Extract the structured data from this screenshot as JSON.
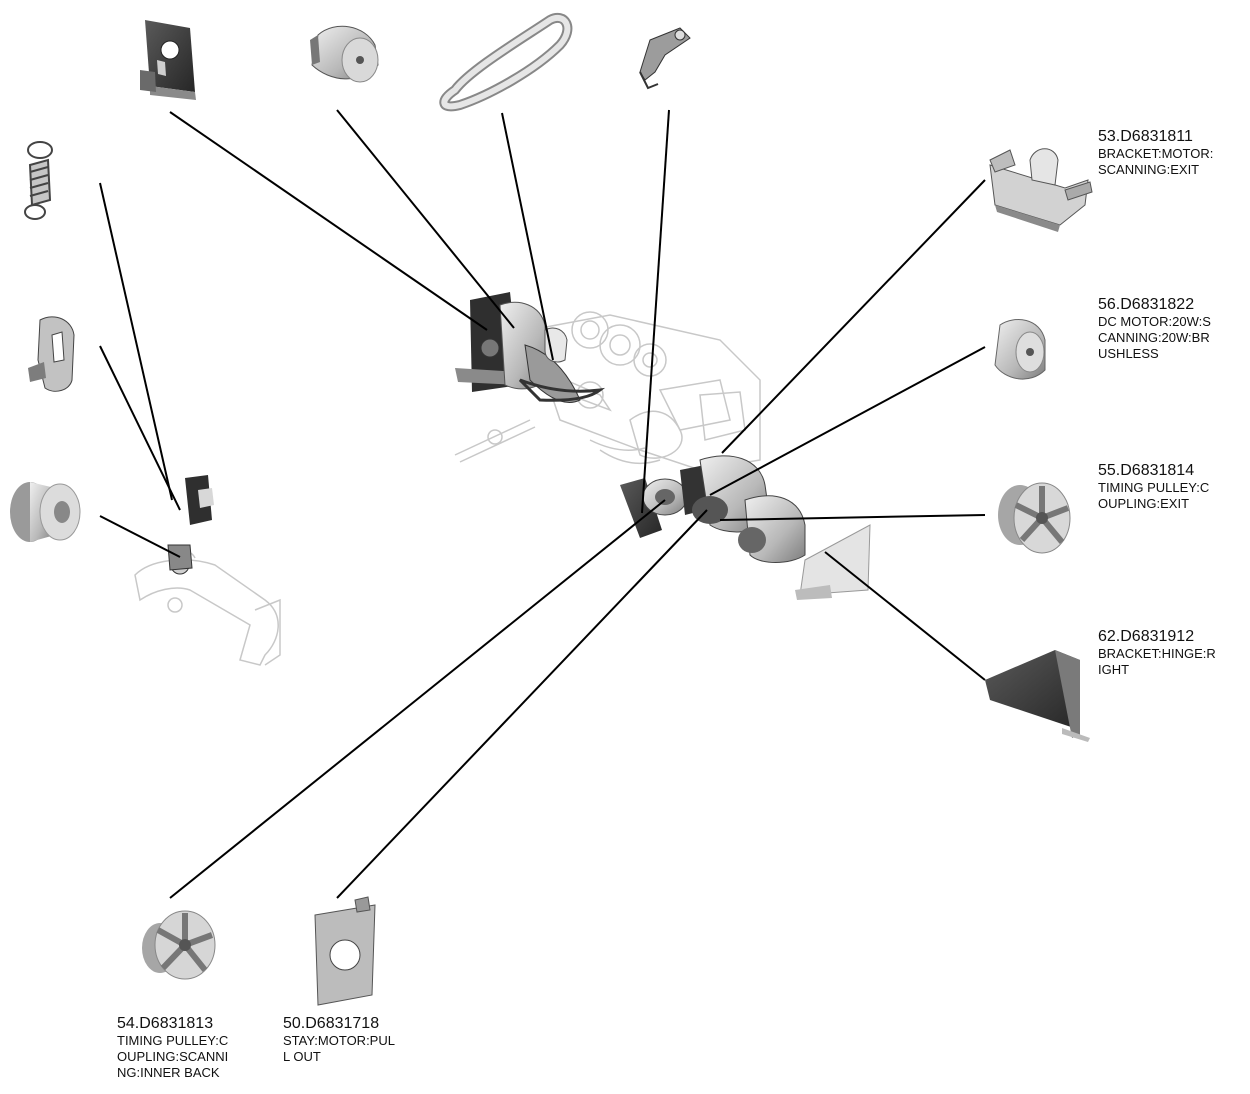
{
  "diagram": {
    "parts": [
      {
        "key": "p53",
        "number": "53.D6831811",
        "description": "BRACKET:MOTOR:\nSCANNING:EXIT"
      },
      {
        "key": "p56",
        "number": "56.D6831822",
        "description": "DC MOTOR:20W:S\nCANNING:20W:BR\nUSHLESS"
      },
      {
        "key": "p55",
        "number": "55.D6831814",
        "description": "TIMING PULLEY:C\nOUPLING:EXIT"
      },
      {
        "key": "p62",
        "number": "62.D6831912",
        "description": "BRACKET:HINGE:R\nIGHT"
      },
      {
        "key": "p54",
        "number": "54.D6831813",
        "description": "TIMING PULLEY:C\nOUPLING:SCANNI\nNG:INNER BACK"
      },
      {
        "key": "p50",
        "number": "50.D6831718",
        "description": "STAY:MOTOR:PUL\nL OUT"
      }
    ],
    "colors": {
      "line": "#000000",
      "part_light": "#d6d6d6",
      "part_mid": "#a8a8a8",
      "part_dark": "#3a3a3a",
      "ghost": "#c8c8c8"
    }
  }
}
